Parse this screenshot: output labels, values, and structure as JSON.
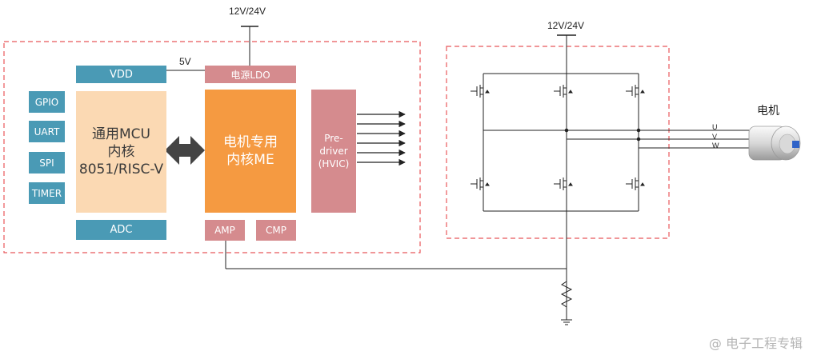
{
  "supply_left": "12V/24V",
  "supply_right": "12V/24V",
  "five_volt_label": "5V",
  "left_pins": [
    "GPIO",
    "UART",
    "SPI",
    "TIMER"
  ],
  "vdd_label": "VDD",
  "adc_label": "ADC",
  "mcu_core": {
    "line1": "通用MCU",
    "line2": "内核",
    "line3": "8051/RISC-V"
  },
  "motor_core": {
    "line1": "电机专用",
    "line2": "内核ME"
  },
  "ldo_label": "电源LDO",
  "predriver": {
    "line1": "Pre-",
    "line2": "driver",
    "line3": "(HVIC)"
  },
  "amp_label": "AMP",
  "cmp_label": "CMP",
  "motor_label": "电机",
  "phases": [
    "U",
    "V",
    "W"
  ],
  "watermark": "@ 电子工程专辑",
  "colors": {
    "pin": "#4a9ab5",
    "mcu": "#fbd9b3",
    "me": "#f59a41",
    "pink": "#d58b8e",
    "dash": "#e8575b"
  }
}
